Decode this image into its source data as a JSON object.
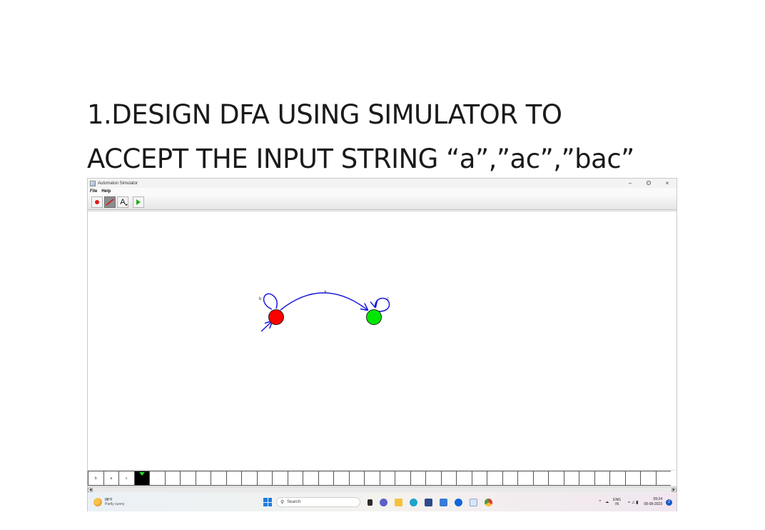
{
  "heading": {
    "line1": "1.DESIGN DFA USING SIMULATOR TO",
    "line2": "ACCEPT THE INPUT STRING “a”,”ac”,”bac”"
  },
  "window": {
    "title": "Automaton Simulator",
    "controls": {
      "minimize": "–",
      "maximize": "ʘ",
      "close": "×"
    }
  },
  "menu": {
    "items": [
      "File",
      "Help"
    ]
  },
  "toolbar": {
    "tools": [
      {
        "name": "add-state",
        "icon": "red-dot-icon"
      },
      {
        "name": "add-transition",
        "icon": "arrow-icon",
        "selected": true
      },
      {
        "name": "text-tool",
        "label": "A"
      },
      {
        "name": "run",
        "icon": "play-icon"
      }
    ]
  },
  "diagram": {
    "states": [
      {
        "id": "q0",
        "color": "#ff0000",
        "initial": true
      },
      {
        "id": "q1",
        "color": "#00e600",
        "accepting": true
      }
    ],
    "transitions": [
      {
        "from": "q0",
        "to": "q1",
        "label": "a"
      },
      {
        "from": "q0",
        "to": "q0",
        "label": "b"
      },
      {
        "from": "q1",
        "to": "q1",
        "label": "c"
      }
    ],
    "edge_color": "#1a1adc"
  },
  "tape": {
    "symbols": [
      "b",
      "a",
      "c"
    ],
    "head_index": 3,
    "total_cells": 38
  },
  "taskbar": {
    "weather_temp": "88°F",
    "weather_desc": "Partly sunny",
    "search_placeholder": "Search",
    "lang_line1": "ENG",
    "lang_line2": "IN",
    "time": "09:24",
    "date": "08-08-2023",
    "notification_count": "2"
  }
}
